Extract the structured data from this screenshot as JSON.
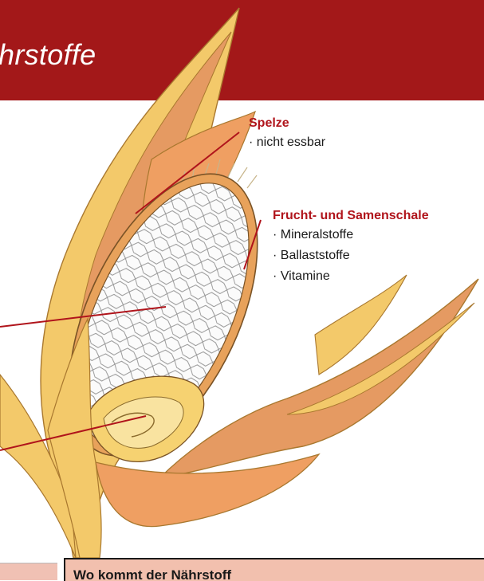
{
  "header": {
    "title": "hrstoffe"
  },
  "labels": {
    "spelze": {
      "title": "Spelze",
      "items": [
        "nicht essbar"
      ]
    },
    "schale": {
      "title": "Frucht- und Samenschale",
      "items": [
        "Mineralstoffe",
        "Ballaststoffe",
        "Vitamine"
      ]
    }
  },
  "bottom_box": {
    "title": "Wo kommt der Nährstoff"
  },
  "colors": {
    "header": "#a31819",
    "accent": "#b0141b",
    "box": "#f2c0ae",
    "husk": "#e59a62",
    "husk_light": "#f3c96a"
  }
}
